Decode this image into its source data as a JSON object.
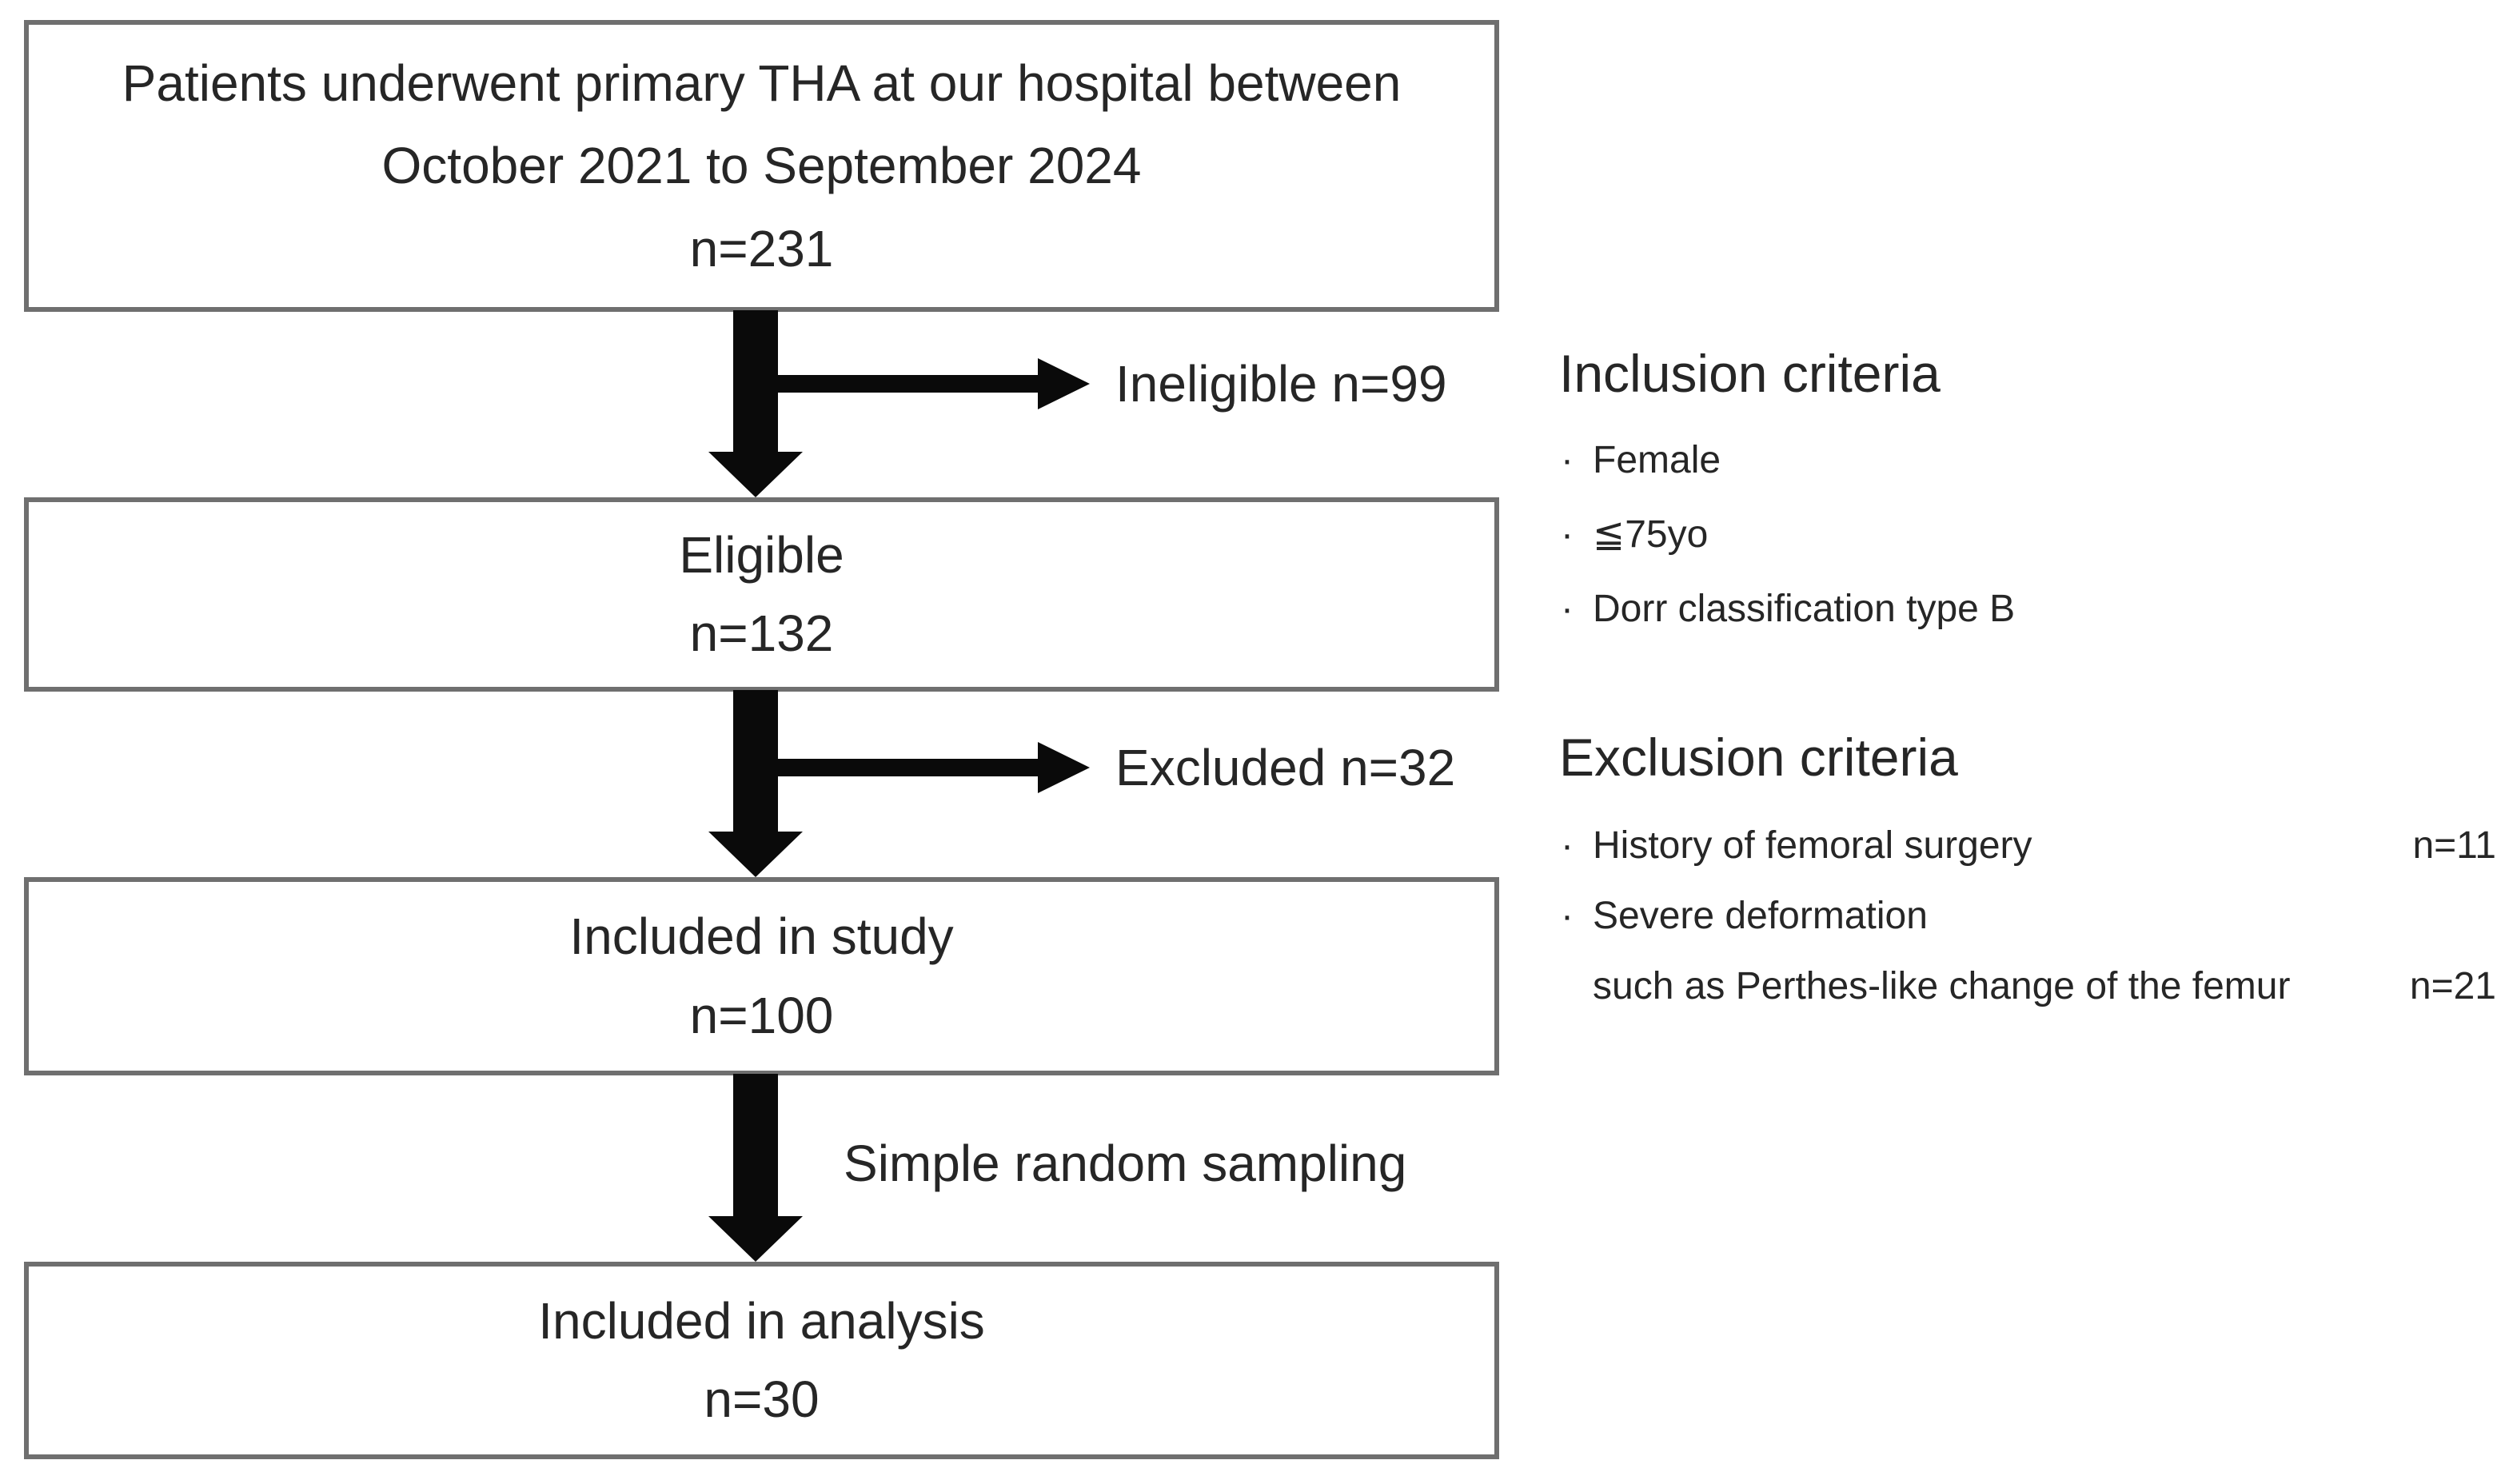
{
  "figure": {
    "title_semantic": "Patient selection flow diagram",
    "bullet_char": "·",
    "boxes": [
      {
        "lines": [
          "Patients underwent primary THA at our hospital between",
          "October 2021 to September 2024"
        ],
        "count": "n=231"
      },
      {
        "lines": [
          "Eligible"
        ],
        "count": "n=132"
      },
      {
        "lines": [
          "Included in study"
        ],
        "count": "n=100"
      },
      {
        "lines": [
          "Included in analysis"
        ],
        "count": "n=30"
      }
    ],
    "branch_labels": {
      "ineligible": "Ineligible n=99",
      "excluded": "Excluded n=32"
    },
    "sampling_label": "Simple random sampling",
    "inclusion": {
      "title": "Inclusion criteria",
      "items": [
        "Female",
        "≦75yo",
        "Dorr classification type B"
      ]
    },
    "exclusion": {
      "title": "Exclusion criteria",
      "items": [
        {
          "text": "History of femoral surgery",
          "count": "n=11"
        },
        {
          "text": "Severe deformation",
          "count": ""
        },
        {
          "text": "such as Perthes-like change of the femur",
          "count": "n=21"
        }
      ]
    },
    "colors": {
      "background": "#ffffff",
      "box_border": "#6f6f6f",
      "arrow": "#0a0a0a",
      "text": "#262626"
    }
  }
}
